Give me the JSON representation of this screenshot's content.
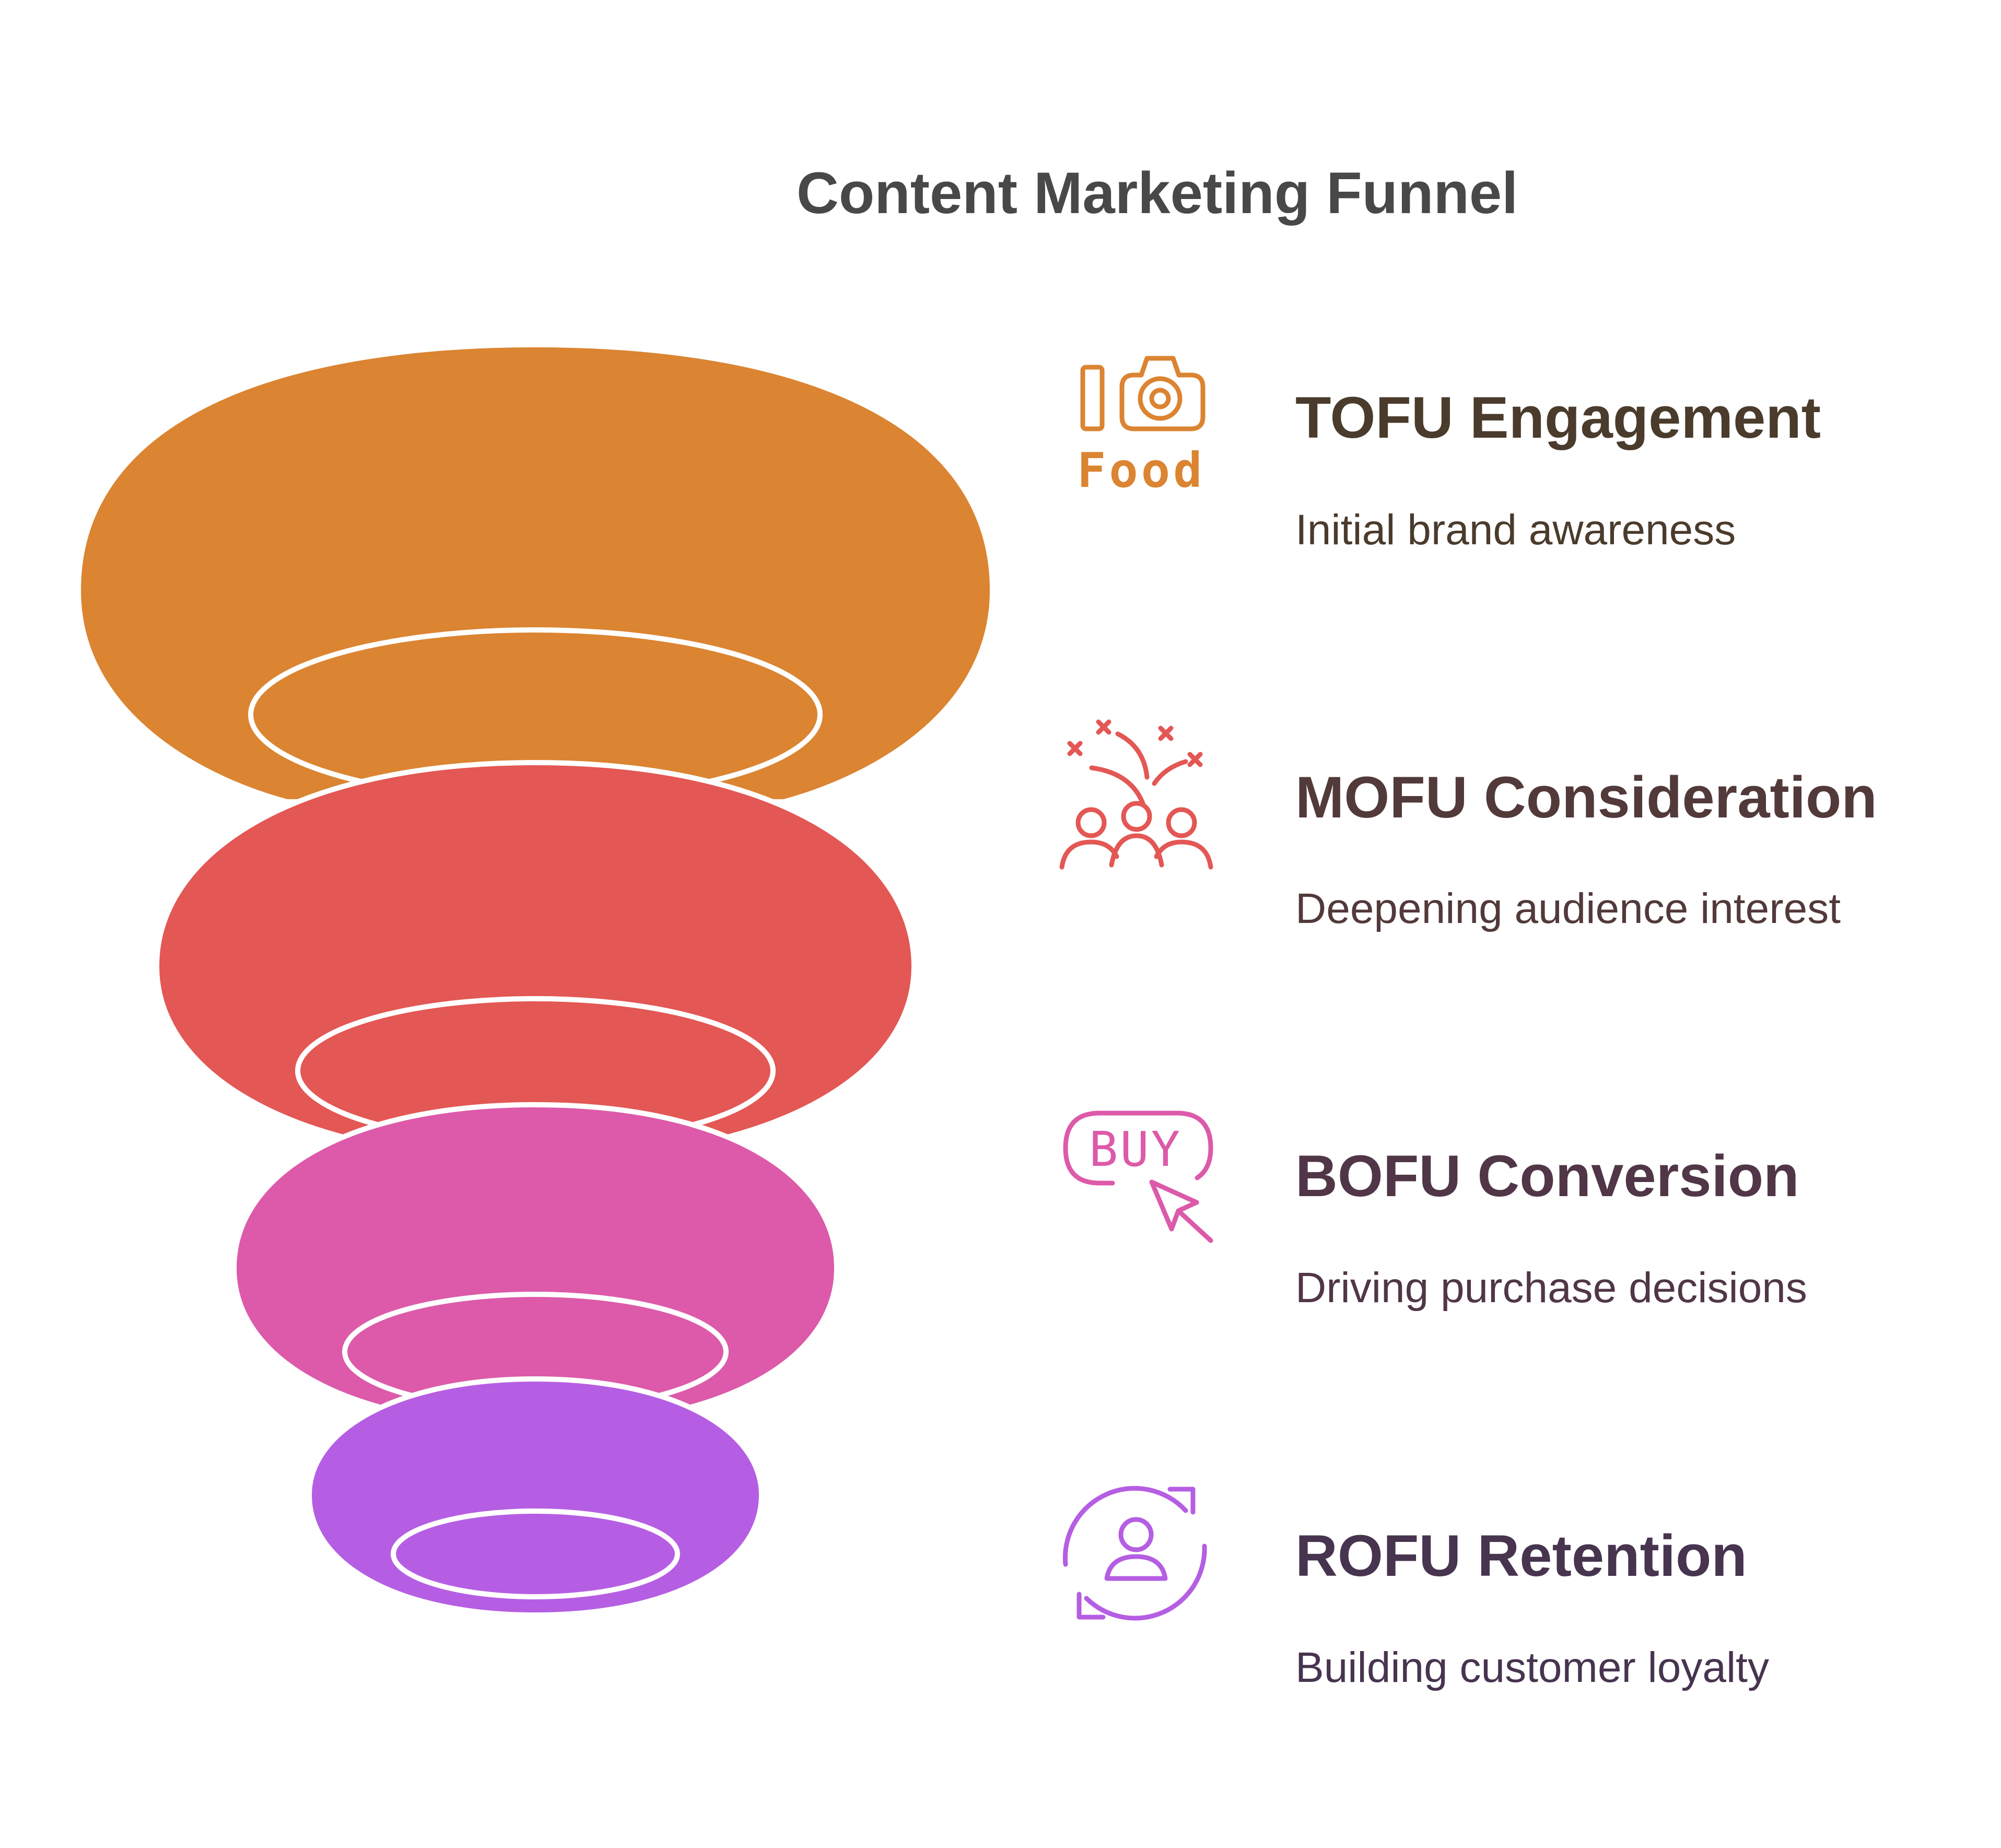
{
  "title": "Content Marketing Funnel",
  "colors": {
    "title": "#484848",
    "ring_outline": "#ffffff"
  },
  "stages": [
    {
      "key": "tofu",
      "title": "TOFU Engagement",
      "description": "Initial brand awareness",
      "color": "#DB8431",
      "title_color": "#4A3B2C",
      "desc_color": "#4A3B2C",
      "icon": "food-camera-icon",
      "icon_text": "Food"
    },
    {
      "key": "mofu",
      "title": "MOFU Consideration",
      "description": "Deepening audience interest",
      "color": "#E35754",
      "title_color": "#52393A",
      "desc_color": "#52393A",
      "icon": "audience-celebration-icon"
    },
    {
      "key": "bofu",
      "title": "BOFU Conversion",
      "description": "Driving purchase decisions",
      "color": "#DC5AA9",
      "title_color": "#503646",
      "desc_color": "#503646",
      "icon": "buy-click-icon",
      "icon_text": "BUY"
    },
    {
      "key": "rofu",
      "title": "ROFU Retention",
      "description": "Building customer loyalty",
      "color": "#B55EE3",
      "title_color": "#47344F",
      "desc_color": "#47344F",
      "icon": "customer-retention-icon"
    }
  ]
}
